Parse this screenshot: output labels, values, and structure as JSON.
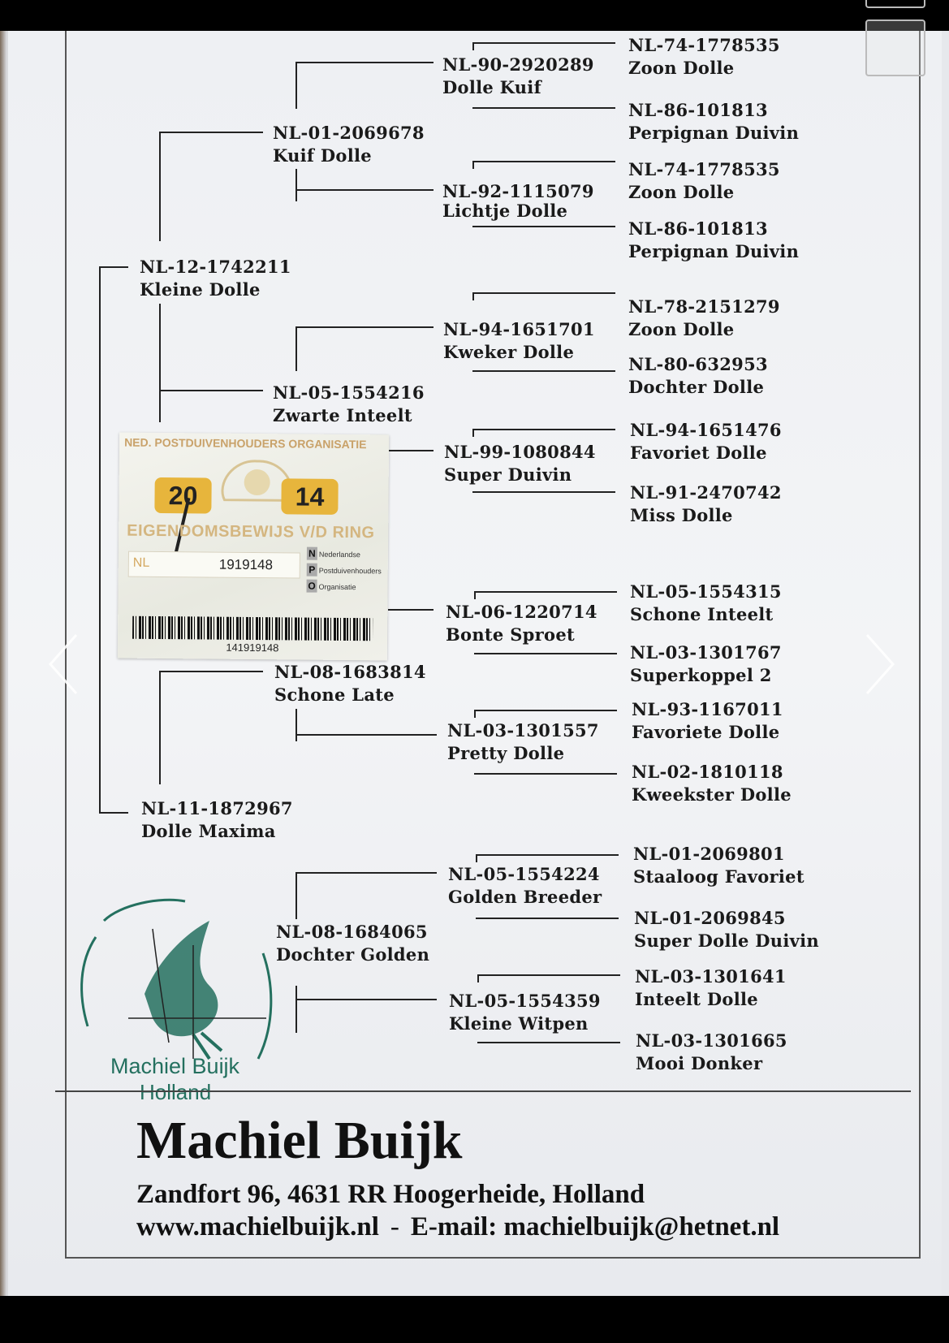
{
  "pedigree": {
    "subject": {
      "ring": "NL-12-1742211",
      "name": "Kleine Dolle"
    },
    "sire": {
      "ring": "NL-01-2069678",
      "name": "Kuif Dolle"
    },
    "dam": {
      "ring": "NL-05-1554216",
      "name": "Zwarte Inteelt"
    },
    "gen3": [
      {
        "ring": "NL-90-2920289",
        "name": "Dolle Kuif"
      },
      {
        "ring": "NL-92-1115079",
        "name": "Lichtje Dolle"
      },
      {
        "ring": "NL-94-1651701",
        "name": "Kweker Dolle"
      },
      {
        "ring": "NL-99-1080844",
        "name": "Super Duivin"
      }
    ],
    "gen4": [
      {
        "ring": "NL-74-1778535",
        "name": "Zoon Dolle"
      },
      {
        "ring": "NL-86-101813",
        "name": "Perpignan Duivin"
      },
      {
        "ring": "NL-74-1778535",
        "name": "Zoon Dolle"
      },
      {
        "ring": "NL-86-101813",
        "name": "Perpignan Duivin"
      },
      {
        "ring": "NL-78-2151279",
        "name": "Zoon Dolle"
      },
      {
        "ring": "NL-80-632953",
        "name": "Dochter Dolle"
      },
      {
        "ring": "NL-94-1651476",
        "name": "Favoriet Dolle"
      },
      {
        "ring": "NL-91-2470742",
        "name": "Miss Dolle"
      }
    ],
    "dam2": {
      "ring": "NL-11-1872967",
      "name": "Dolle Maxima"
    },
    "dam2_sire": {
      "ring": "NL-08-1683814",
      "name": "Schone Late"
    },
    "dam2_dam": {
      "ring": "NL-08-1684065",
      "name": "Dochter Golden"
    },
    "gen3b": [
      {
        "ring": "NL-06-1220714",
        "name": "Bonte Sproet"
      },
      {
        "ring": "NL-03-1301557",
        "name": "Pretty Dolle"
      },
      {
        "ring": "NL-05-1554224",
        "name": "Golden Breeder"
      },
      {
        "ring": "NL-05-1554359",
        "name": "Kleine Witpen"
      }
    ],
    "gen4b": [
      {
        "ring": "NL-05-1554315",
        "name": "Schone Inteelt"
      },
      {
        "ring": "NL-03-1301767",
        "name": "Superkoppel 2"
      },
      {
        "ring": "NL-93-1167011",
        "name": "Favoriete Dolle"
      },
      {
        "ring": "NL-02-1810118",
        "name": "Kweekster Dolle"
      },
      {
        "ring": "NL-01-2069801",
        "name": "Staaloog Favoriet"
      },
      {
        "ring": "NL-01-2069845",
        "name": "Super Dolle Duivin"
      },
      {
        "ring": "NL-03-1301641",
        "name": "Inteelt Dolle"
      },
      {
        "ring": "NL-03-1301665",
        "name": "Mooi Donker"
      }
    ]
  },
  "ring_card": {
    "org": "NED. POSTDUIVENHOUDERS ORGANISATIE",
    "year_left": "20",
    "year_right": "14",
    "title": "EIGENDOMSBEWIJS V/D RING",
    "country": "NL",
    "number": "1919148",
    "npo": [
      "Nederlandse",
      "Postduivenhouders",
      "Organisatie"
    ],
    "barcode_number": "141919148"
  },
  "stamp": {
    "name": "Machiel Buijk",
    "place": "Holland"
  },
  "footer": {
    "name": "Machiel Buijk",
    "address": "Zandfort 96, 4631 RR Hoogerheide, Holland",
    "website": "www.machielbuijk.nl",
    "separator": "-",
    "email": "E-mail: machielbuijk@hetnet.nl"
  },
  "colors": {
    "ink": "#1a1a1a",
    "stamp_green": "#24705f",
    "ring_gold": "#e7b53c"
  }
}
